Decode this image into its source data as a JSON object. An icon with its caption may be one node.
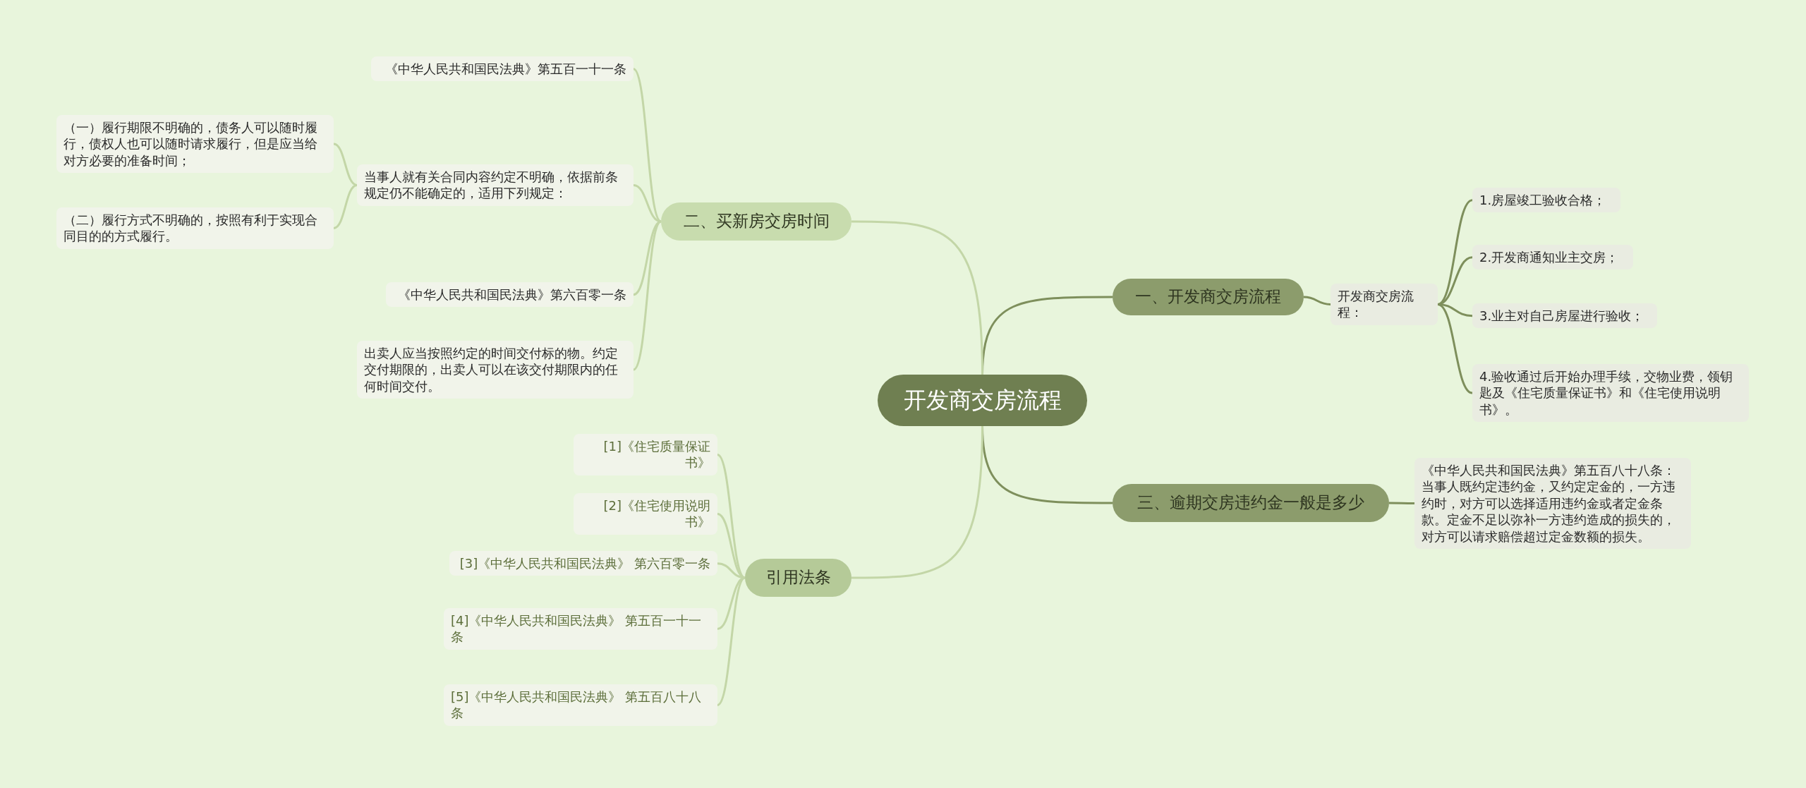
{
  "diagram": {
    "nodes": [
      {
        "text": [
          "开发商交房流程"
        ]
      },
      {
        "text": [
          "一、开发商交房流程"
        ]
      },
      {
        "text": [
          "开发商交房流程："
        ]
      },
      {
        "text": [
          "1.房屋竣工验收合格；"
        ]
      },
      {
        "text": [
          "2.开发商通知业主交房；"
        ]
      },
      {
        "text": [
          "3.业主对自己房屋进行验收；"
        ]
      },
      {
        "text": [
          "4.验收通过后开始办理手续，交物业费，领钥匙及《住宅质量保证书》和《住宅使用说明书》。"
        ]
      },
      {
        "text": [
          "三、逾期交房违约金一般是多少"
        ]
      },
      {
        "text": [
          "《中华人民共和国民法典》第五百八十八条：当事人既约定违约金，又约定定金的，一方违约时，对方可以选择适用违约金或者定金条款。定金不足以弥补一方违约造成的损失的，对方可以请求赔偿超过定金数额的损失。"
        ]
      },
      {
        "text": [
          "二、买新房交房时间"
        ]
      },
      {
        "text": [
          "《中华人民共和国民法典》第五百一十一条"
        ]
      },
      {
        "text": [
          "当事人就有关合同内容约定不明确，依据前条规定仍不能确定的，适用下列规定："
        ]
      },
      {
        "text": [
          "（一）履行期限不明确的，债务人可以随时履行，债权人也可以随时请求履行，但是应当给对方必要的准备时间；"
        ]
      },
      {
        "text": [
          "（二）履行方式不明确的，按照有利于实现合同目的的方式履行。"
        ]
      },
      {
        "text": [
          "《中华人民共和国民法典》第六百零一条"
        ]
      },
      {
        "text": [
          "出卖人应当按照约定的时间交付标的物。约定交付期限的，出卖人可以在该交付期限内的任何时间交付。"
        ]
      },
      {
        "text": [
          "引用法条"
        ]
      },
      {
        "text": [
          "[1]《住宅质量保证书》"
        ]
      },
      {
        "text": [
          "[2]《住宅使用说明书》"
        ]
      },
      {
        "text": [
          "[3]《中华人民共和国民法典》 第六百零一条"
        ]
      },
      {
        "text": [
          "[4]《中华人民共和国民法典》 第五百一十一条"
        ]
      },
      {
        "text": [
          "[5]《中华人民共和国民法典》 第五百八十八条"
        ]
      }
    ],
    "edges": [
      {
        "from": 0,
        "to": 1,
        "arrow": "none",
        "color": "#7e8f5c"
      },
      {
        "from": 1,
        "to": 2,
        "arrow": "none",
        "color": "#7e8f5c"
      },
      {
        "from": 2,
        "to": 3,
        "arrow": "none",
        "color": "#7e8f5c"
      },
      {
        "from": 2,
        "to": 4,
        "arrow": "none",
        "color": "#7e8f5c"
      },
      {
        "from": 2,
        "to": 5,
        "arrow": "none",
        "color": "#7e8f5c"
      },
      {
        "from": 2,
        "to": 6,
        "arrow": "none",
        "color": "#7e8f5c"
      },
      {
        "from": 0,
        "to": 7,
        "arrow": "none",
        "color": "#7e8f5c"
      },
      {
        "from": 7,
        "to": 8,
        "arrow": "none",
        "color": "#7e8f5c"
      },
      {
        "from": 0,
        "to": 9,
        "arrow": "none"
      },
      {
        "from": 9,
        "to": 10,
        "arrow": "none"
      },
      {
        "from": 9,
        "to": 11,
        "arrow": "none"
      },
      {
        "from": 11,
        "to": 12,
        "arrow": "none"
      },
      {
        "from": 11,
        "to": 13,
        "arrow": "none"
      },
      {
        "from": 9,
        "to": 14,
        "arrow": "none"
      },
      {
        "from": 9,
        "to": 15,
        "arrow": "none"
      },
      {
        "from": 0,
        "to": 16,
        "arrow": "none"
      },
      {
        "from": 16,
        "to": 17,
        "arrow": "none"
      },
      {
        "from": 16,
        "to": 18,
        "arrow": "none"
      },
      {
        "from": 16,
        "to": 19,
        "arrow": "none"
      },
      {
        "from": 16,
        "to": 20,
        "arrow": "none"
      },
      {
        "from": 16,
        "to": 21,
        "arrow": "none"
      }
    ]
  }
}
